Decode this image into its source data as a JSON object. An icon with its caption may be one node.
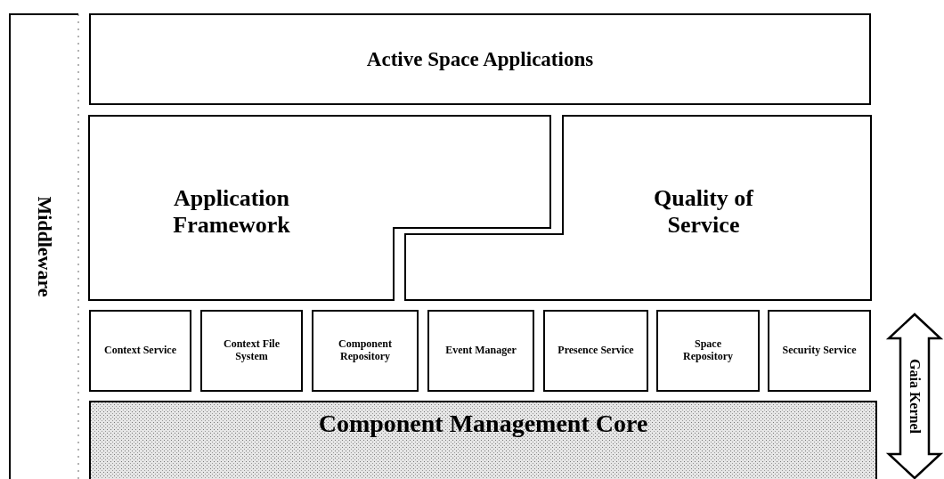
{
  "diagram": {
    "nodes": [
      {
        "text": [
          "Middleware"
        ]
      },
      {
        "text": [
          "Active Space Applications"
        ]
      },
      {
        "text": [
          "Application Framework"
        ]
      },
      {
        "text": [
          "Quality of Service"
        ]
      },
      {
        "text": [
          "Context Service"
        ]
      },
      {
        "text": [
          "Context File System"
        ]
      },
      {
        "text": [
          "Component Repository"
        ]
      },
      {
        "text": [
          "Event Manager"
        ]
      },
      {
        "text": [
          "Presence Service"
        ]
      },
      {
        "text": [
          "Space Repository"
        ]
      },
      {
        "text": [
          "Security Service"
        ]
      },
      {
        "text": [
          "Component Management Core"
        ]
      },
      {
        "text": [
          "Gaia Kernel"
        ]
      }
    ],
    "edges": []
  }
}
